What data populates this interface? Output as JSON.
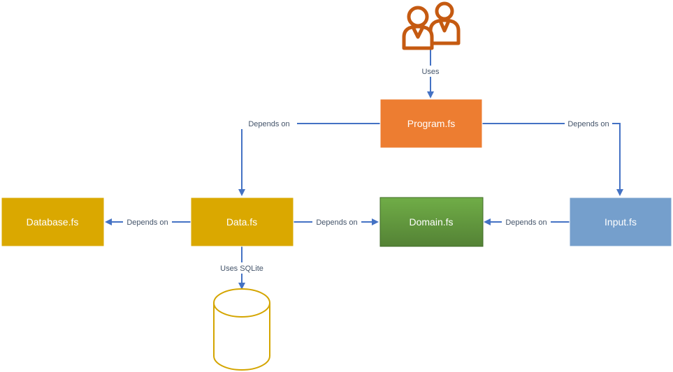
{
  "colors": {
    "program": "#ed7d31",
    "data": "#daa800",
    "domain": "#5e9c38",
    "input": "#759fcc",
    "arrow": "#4472c4",
    "users_icon": "#c55a11",
    "cylinder": "#d4a500"
  },
  "nodes": {
    "users": {
      "icon": "users-icon"
    },
    "program": {
      "label": "Program.fs"
    },
    "data": {
      "label": "Data.fs"
    },
    "database": {
      "label": "Database.fs"
    },
    "domain": {
      "label": "Domain.fs"
    },
    "input": {
      "label": "Input.fs"
    },
    "sqlite": {
      "icon": "database-cylinder-icon"
    }
  },
  "edges": {
    "users_to_program": {
      "label": "Uses"
    },
    "program_to_data": {
      "label": "Depends on"
    },
    "program_to_input": {
      "label": "Depends on"
    },
    "data_to_database": {
      "label": "Depends on"
    },
    "data_to_domain": {
      "label": "Depends on"
    },
    "input_to_domain": {
      "label": "Depends on"
    },
    "data_to_sqlite": {
      "label": "Uses SQLite"
    }
  }
}
